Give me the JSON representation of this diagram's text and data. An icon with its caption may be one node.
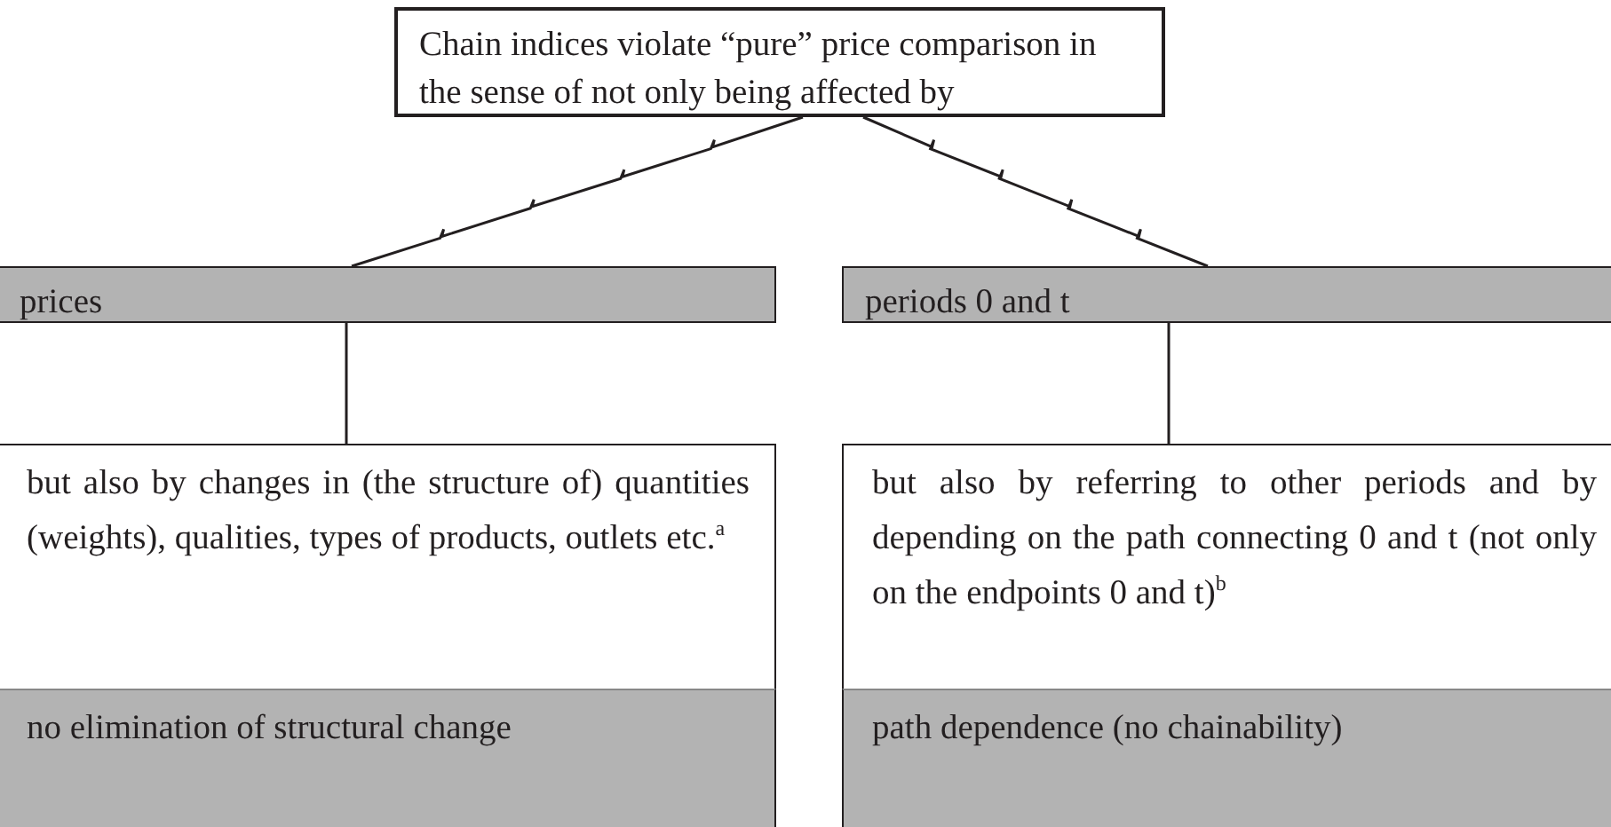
{
  "diagram": {
    "nodes": [
      {
        "text": [
          "Chain indices violate “pure” price comparison in the sense of not only being affected by"
        ]
      },
      {
        "text": [
          "prices"
        ]
      },
      {
        "text": [
          "but also by changes in (the structure of) quantities (weights), qualities, types of products, outlets etc.$^{a}$"
        ]
      },
      {
        "text": [
          "no elimination of structural change"
        ]
      },
      {
        "text": [
          "periods 0 and t"
        ]
      },
      {
        "text": [
          "but also by referring to other periods and by depending on the path connecting 0 and t (not only on the endpoints 0 and t)$^{b}$"
        ]
      },
      {
        "text": [
          "path dependence (no chainability)"
        ]
      }
    ],
    "edges": [
      {
        "from": 0,
        "to": 1,
        "arrow": "none"
      },
      {
        "from": 0,
        "to": 4,
        "arrow": "none"
      },
      {
        "from": 1,
        "to": 2,
        "arrow": "none"
      },
      {
        "from": 4,
        "to": 5,
        "arrow": "none"
      }
    ]
  }
}
